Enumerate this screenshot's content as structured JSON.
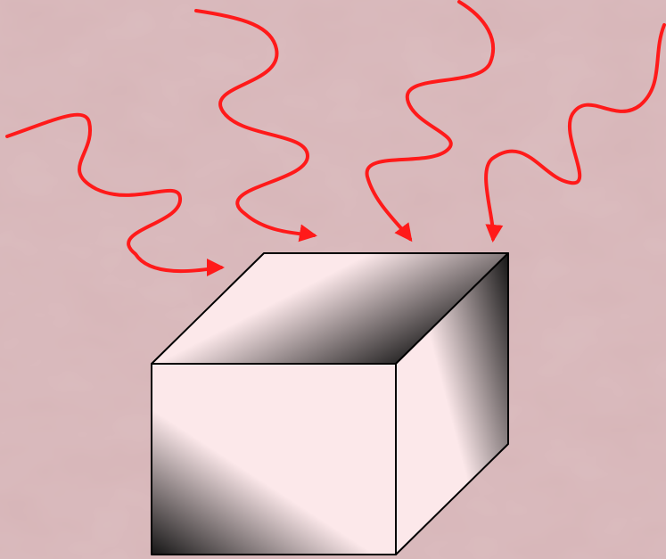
{
  "scene": {
    "description_visible_text": "",
    "background_color": "#d7b5b8",
    "wave_color": "#ff1a1a",
    "cube": {
      "edge_color": "#000000",
      "face_light_color": "#fce8ea",
      "face_dark_color": "#151515"
    },
    "arrows": [
      {
        "name": "wave-arrow-1"
      },
      {
        "name": "wave-arrow-2"
      },
      {
        "name": "wave-arrow-3"
      },
      {
        "name": "wave-arrow-4"
      }
    ]
  }
}
